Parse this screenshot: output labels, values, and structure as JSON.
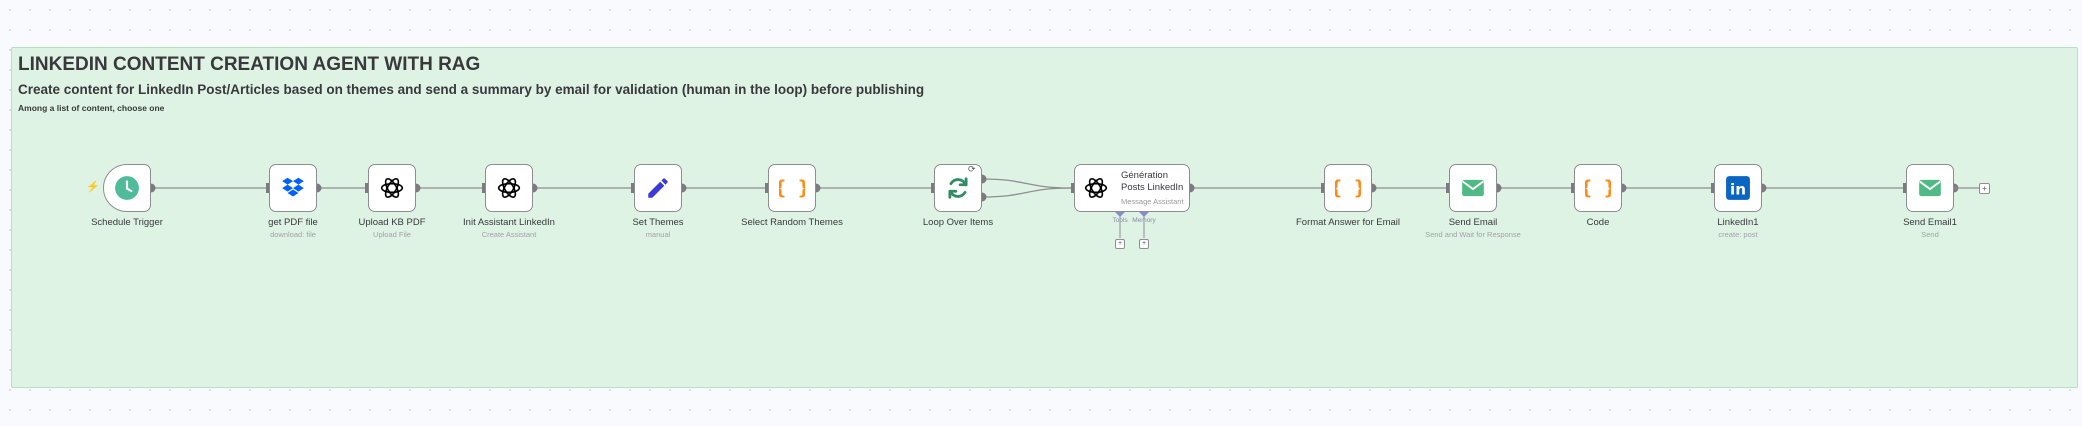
{
  "sticky": {
    "title": "LINKEDIN CONTENT CREATION AGENT WITH RAG",
    "subtitle": "Create content for LinkedIn Post/Articles based on themes and send a summary by email for validation (human in the loop) before publishing",
    "note": "Among a list of content, choose one"
  },
  "nodes": [
    {
      "key": "schedule-trigger",
      "label": "Schedule Trigger",
      "sub": "",
      "icon": "clock-icon",
      "icon_color": "#4fbb9a"
    },
    {
      "key": "get-pdf-file",
      "label": "get PDF file",
      "sub": "download: file",
      "icon": "dropbox-icon",
      "icon_color": "#0061fe"
    },
    {
      "key": "upload-kb-pdf",
      "label": "Upload KB PDF",
      "sub": "Upload File",
      "icon": "openai-icon",
      "icon_color": "#000000"
    },
    {
      "key": "init-assistant-linkedin",
      "label": "Init Assistant LinkedIn",
      "sub": "Create Assistant",
      "icon": "openai-icon",
      "icon_color": "#000000"
    },
    {
      "key": "set-themes",
      "label": "Set Themes",
      "sub": "manual",
      "icon": "pen-icon",
      "icon_color": "#3a3adb"
    },
    {
      "key": "select-random-themes",
      "label": "Select Random Themes",
      "sub": "",
      "icon": "code-braces-icon",
      "icon_color": "#ff8a15"
    },
    {
      "key": "loop-over-items",
      "label": "Loop Over Items",
      "sub": "",
      "icon": "loop-icon",
      "icon_color": "#2f8c63"
    },
    {
      "key": "generation-posts-linkedin",
      "label": "Génération Posts LinkedIn",
      "sub": "Message Assistant",
      "icon": "openai-icon",
      "icon_color": "#000000"
    },
    {
      "key": "format-answer-for-email",
      "label": "Format Answer for Email",
      "sub": "",
      "icon": "code-braces-icon",
      "icon_color": "#ff8a15"
    },
    {
      "key": "send-email",
      "label": "Send Email",
      "sub": "Send and Wait for Response",
      "icon": "envelope-icon",
      "icon_color": "#4fba84"
    },
    {
      "key": "code",
      "label": "Code",
      "sub": "",
      "icon": "code-braces-icon",
      "icon_color": "#ff8a15"
    },
    {
      "key": "linkedin1",
      "label": "LinkedIn1",
      "sub": "create: post",
      "icon": "linkedin-icon",
      "icon_color": "#0a66c2"
    },
    {
      "key": "send-email1",
      "label": "Send Email1",
      "sub": "Send",
      "icon": "envelope-icon",
      "icon_color": "#4fba84"
    }
  ],
  "sub_ports": {
    "tools_label": "Tools",
    "memory_label": "Memory",
    "add_glyph": "+"
  },
  "loop_done_glyph": "⟳",
  "trigger_bolt_glyph": "⚡",
  "end_add_glyph": "+",
  "colors": {
    "sticky_background": "#dff3e5",
    "sticky_border": "#b7e0c2",
    "connection": "#8d8d94",
    "port": "#7a7a80",
    "sub_port": "#8a8ad0"
  }
}
